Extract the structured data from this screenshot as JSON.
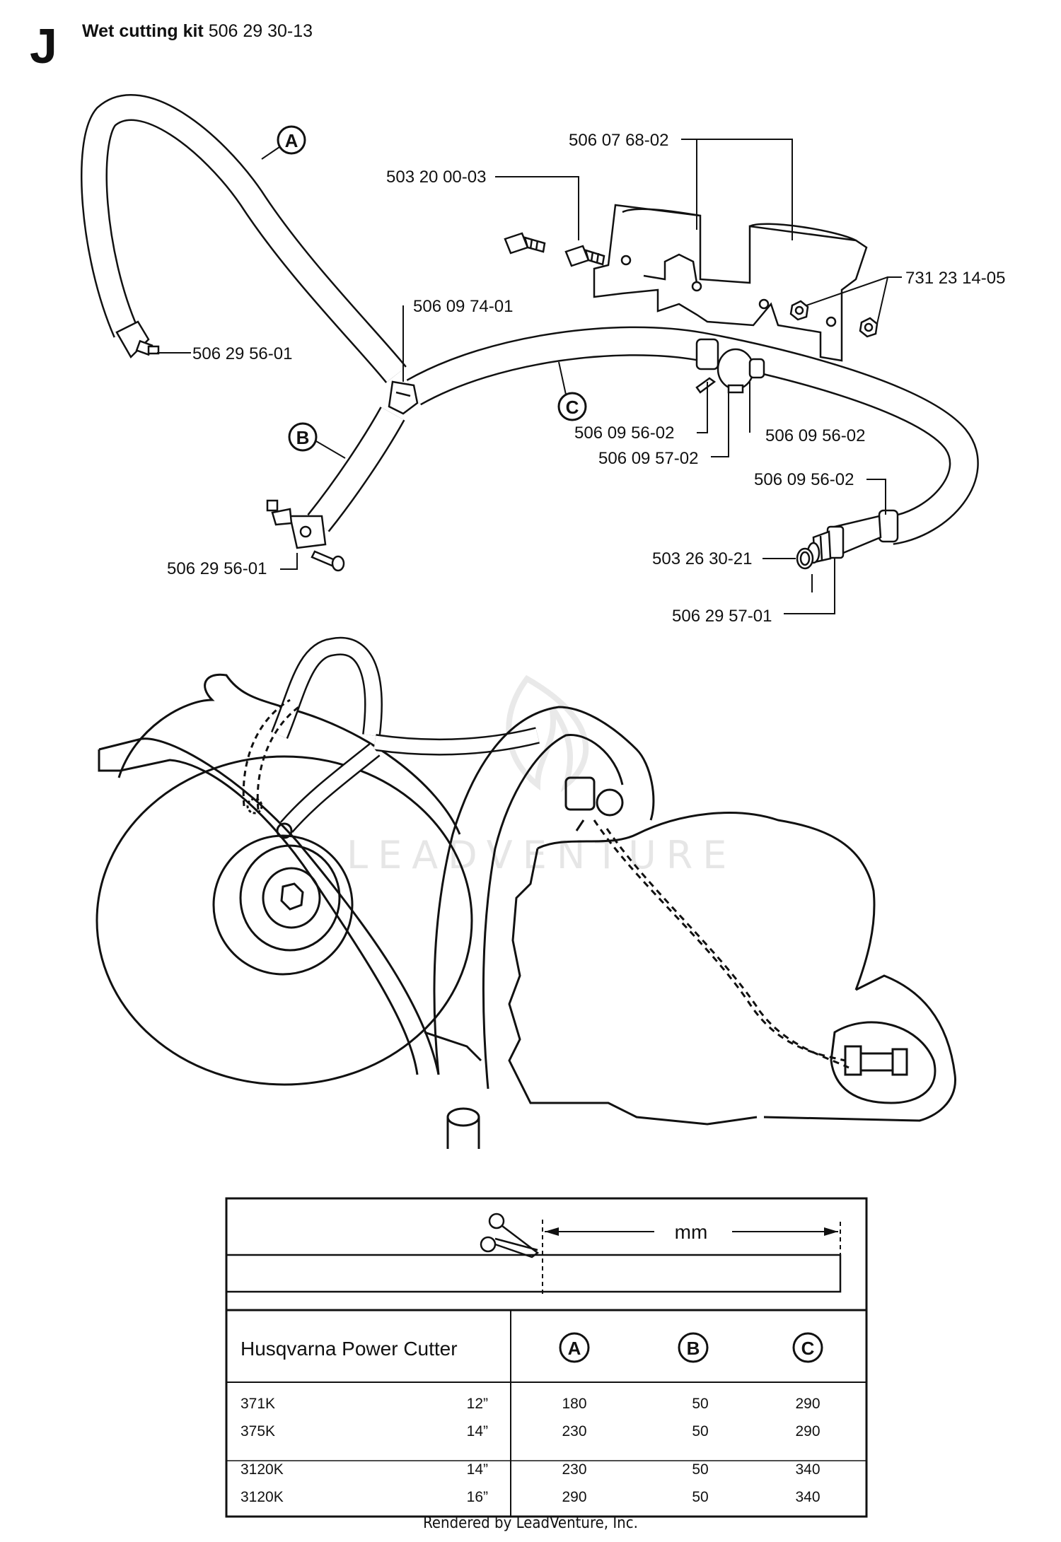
{
  "section": {
    "letter": "J",
    "title_bold": "Wet cutting kit",
    "title_part": "506 29 30-13"
  },
  "parts": {
    "hose_a_tag": "A",
    "hose_b_tag": "B",
    "hose_c_tag": "C",
    "nipple_top": "506 29 56-01",
    "nipple_bottom": "506 29 56-01",
    "t_connector": "506 09 74-01",
    "screw": "503 20 00-03",
    "bracket": "506 07 68-02",
    "nut": "731 23 14-05",
    "clamp_left": "506 09 56-02",
    "clamp_right": "506 09 56-02",
    "valve": "506 09 57-02",
    "clamp_end": "506 09 56-02",
    "washer": "503 26 30-21",
    "coupling": "506 29 57-01"
  },
  "watermark": "LEADVENTURE",
  "cut_table": {
    "unit": "mm",
    "header": {
      "model": "Husqvarna Power Cutter",
      "col_a": "A",
      "col_b": "B",
      "col_c": "C"
    },
    "group1": [
      {
        "model": "371K",
        "size": "12”",
        "a": "180",
        "b": "50",
        "c": "290"
      },
      {
        "model": "375K",
        "size": "14”",
        "a": "230",
        "b": "50",
        "c": "290"
      }
    ],
    "group2": [
      {
        "model": "3120K",
        "size": "14”",
        "a": "230",
        "b": "50",
        "c": "340"
      },
      {
        "model": "3120K",
        "size": "16”",
        "a": "290",
        "b": "50",
        "c": "340"
      }
    ]
  },
  "footer": "Rendered by LeadVenture, Inc."
}
